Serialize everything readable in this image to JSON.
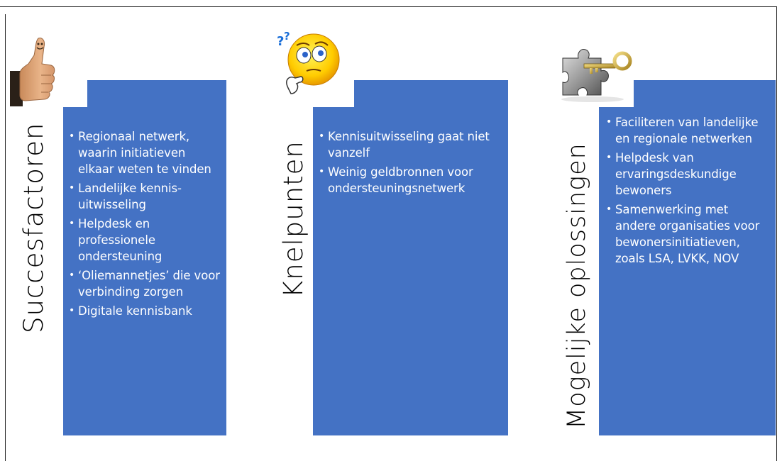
{
  "columns": [
    {
      "heading": "Succesfactoren",
      "icon": "thumbs-up-icon",
      "items": [
        "Regionaal netwerk, waarin initiatieven elkaar weten te vinden",
        "Landelijke kennis-uitwisseling",
        "Helpdesk en professionele ondersteuning",
        "‘Oliemannetjes’ die voor verbinding zorgen",
        "Digitale kennisbank"
      ]
    },
    {
      "heading": "Knelpunten",
      "icon": "thinking-smiley-icon",
      "items": [
        "Kennisuitwisseling gaat niet vanzelf",
        "Weinig geldbronnen voor ondersteuningsnetwerk"
      ]
    },
    {
      "heading": "Mogelijke oplossingen",
      "icon": "puzzle-key-icon",
      "items": [
        "Faciliteren van landelijke en regionale netwerken",
        "Helpdesk van ervaringsdeskundige bewoners",
        "Samenwerking met andere organisaties voor bewonersinitiatieven, zoals LSA, LVKK, NOV"
      ]
    }
  ],
  "colors": {
    "panel": "#4472c4",
    "text_on_panel": "#ffffff",
    "heading": "#000000"
  }
}
